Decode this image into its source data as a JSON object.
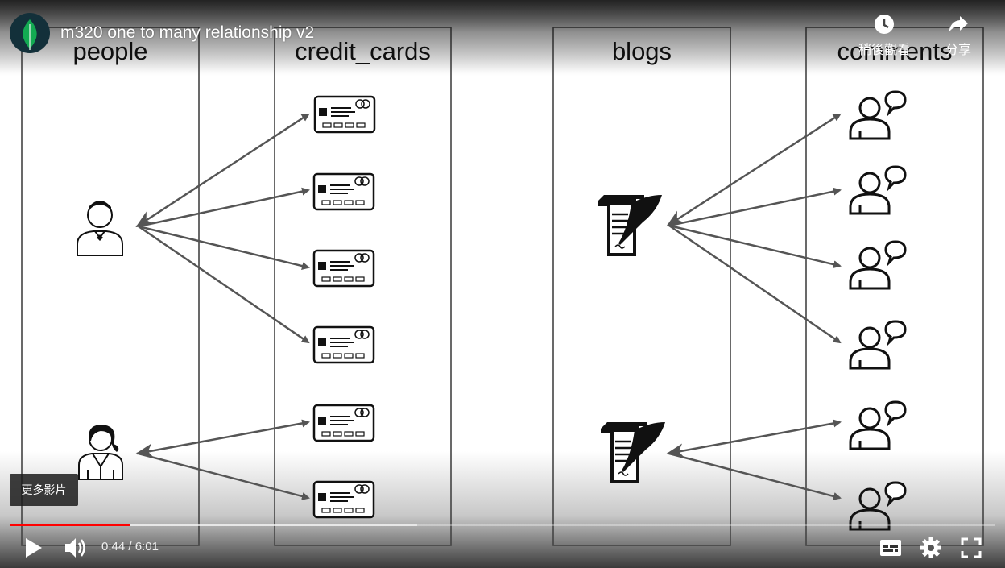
{
  "video": {
    "title": "m320 one to many relationship v2",
    "watch_later_label": "稍後觀看",
    "share_label": "分享",
    "more_videos_label": "更多影片",
    "current_time": "0:44",
    "time_separator": " / ",
    "duration": "6:01",
    "played_fraction": 0.122,
    "buffered_fraction": 0.413
  },
  "slide": {
    "columns": [
      {
        "title": "people"
      },
      {
        "title": "credit_cards"
      },
      {
        "title": "blogs"
      },
      {
        "title": "comments"
      }
    ],
    "relationships": [
      {
        "from": "person-1",
        "to_count": 4
      },
      {
        "from": "person-2",
        "to_count": 2
      },
      {
        "from": "blog-1",
        "to_count": 4
      },
      {
        "from": "blog-2",
        "to_count": 2
      }
    ]
  },
  "icons": {
    "channel_logo": "mongodb-leaf-icon",
    "watch_later": "clock-icon",
    "share": "share-arrow-icon",
    "play": "play-icon",
    "volume": "volume-icon",
    "subtitles": "subtitles-icon",
    "settings": "gear-icon",
    "fullscreen": "fullscreen-icon"
  },
  "colors": {
    "progress_played": "#ff0000",
    "logo_background": "#13303a",
    "logo_leaf": "#13aa52"
  }
}
